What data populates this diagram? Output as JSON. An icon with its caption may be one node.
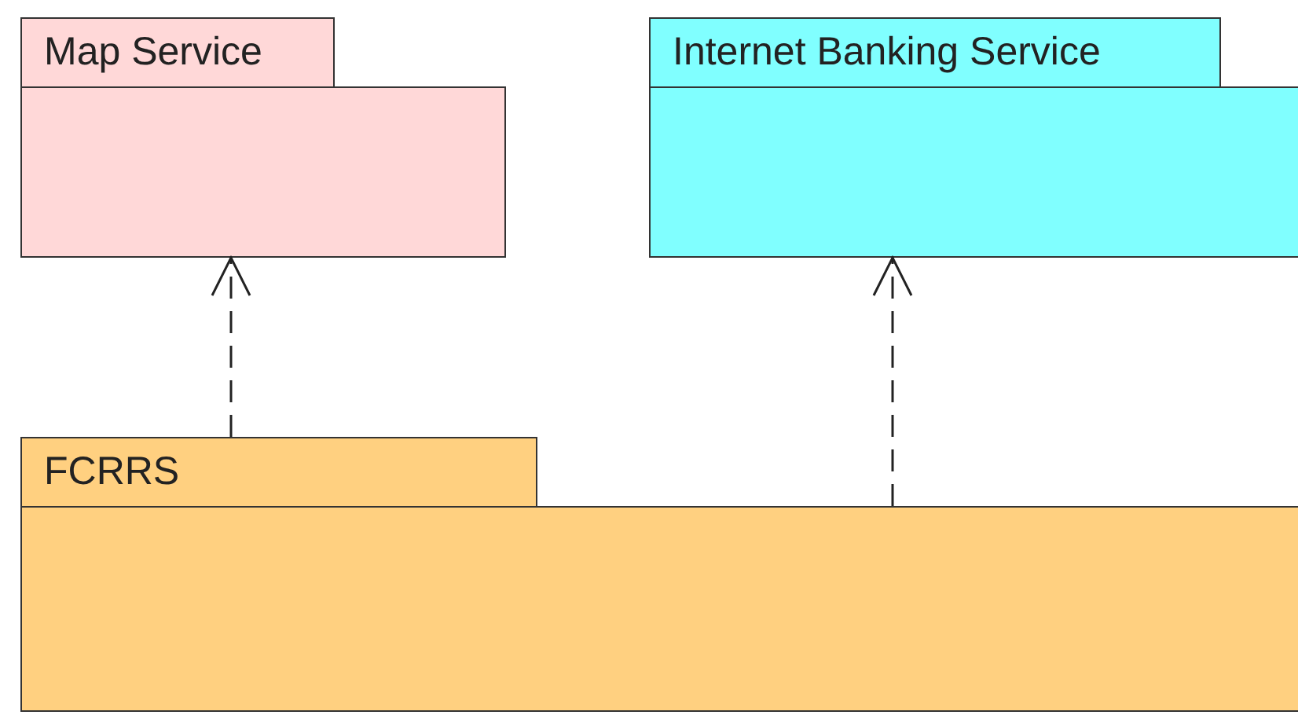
{
  "diagram": {
    "nodes": [
      {
        "text": [
          "Map Service"
        ]
      },
      {
        "text": [
          "Internet Banking Service"
        ]
      },
      {
        "text": [
          "FCRRS"
        ]
      }
    ],
    "edges": [
      {
        "from": 2,
        "to": 0,
        "arrow": "to",
        "style": "dashed"
      },
      {
        "from": 2,
        "to": 1,
        "arrow": "to",
        "style": "dashed"
      }
    ]
  }
}
